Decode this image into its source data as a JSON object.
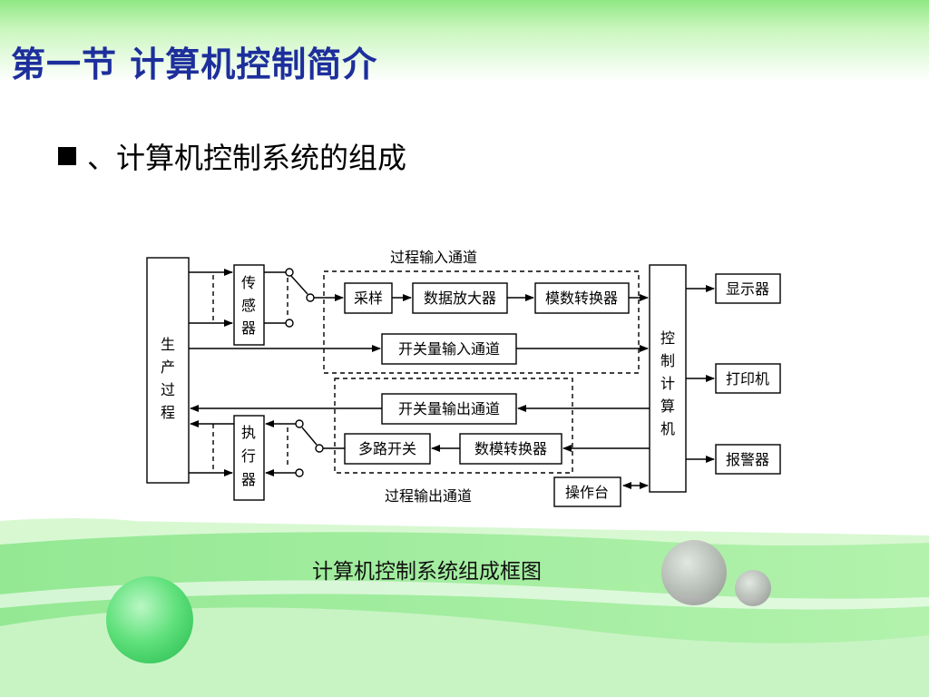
{
  "slide": {
    "title": "第一节 计算机控制简介",
    "bullet_text": "、计算机控制系统的组成",
    "caption": "计算机控制系统组成框图"
  },
  "diagram": {
    "process_block": [
      "生",
      "产",
      "过",
      "程"
    ],
    "sensor_block": [
      "传",
      "感",
      "器"
    ],
    "actuator_block": [
      "执",
      "行",
      "器"
    ],
    "controller_block": [
      "控",
      "制",
      "计",
      "算",
      "机"
    ],
    "input_channel_label": "过程输入通道",
    "output_channel_label": "过程输出通道",
    "sampling": "采样",
    "data_amplifier": "数据放大器",
    "adc": "模数转换器",
    "switch_input": "开关量输入通道",
    "switch_output": "开关量输出通道",
    "multiplexer": "多路开关",
    "dac": "数模转换器",
    "display": "显示器",
    "printer": "打印机",
    "alarm": "报警器",
    "console": "操作台"
  },
  "colors": {
    "title": "#1d2f9c",
    "green_light": "#c9f6bd",
    "green_mid": "#8fe882",
    "green_dark": "#4fd25a"
  }
}
